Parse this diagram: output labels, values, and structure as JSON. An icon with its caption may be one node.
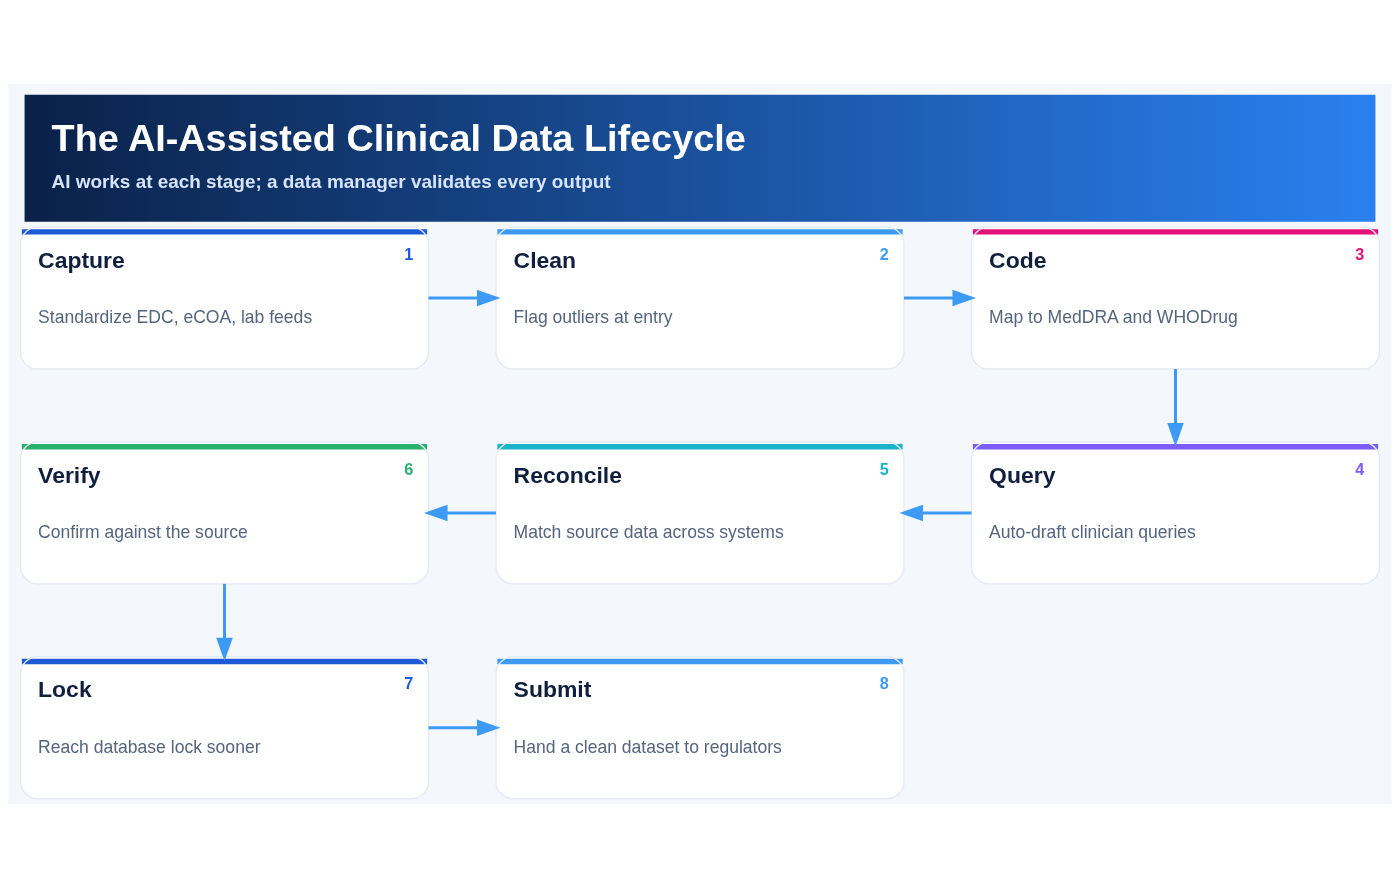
{
  "diagram": {
    "title": "The AI-Assisted Clinical Data Lifecycle",
    "caption": "AI works at each stage; a data manager validates every output",
    "nodes": [
      {
        "text": [
          "Capture",
          "Standardize EDC, eCOA, lab feeds",
          "1"
        ]
      },
      {
        "text": [
          "Clean",
          "Flag outliers at entry",
          "2"
        ]
      },
      {
        "text": [
          "Code",
          "Map to MedDRA and WHODrug",
          "3"
        ]
      },
      {
        "text": [
          "Query",
          "Auto-draft clinician queries",
          "4"
        ]
      },
      {
        "text": [
          "Reconcile",
          "Match source data across systems",
          "5"
        ]
      },
      {
        "text": [
          "Verify",
          "Confirm against the source",
          "6"
        ]
      },
      {
        "text": [
          "Lock",
          "Reach database lock sooner",
          "7"
        ]
      },
      {
        "text": [
          "Submit",
          "Hand a clean dataset to regulators",
          "8"
        ]
      }
    ],
    "edges": [
      {
        "from": 0,
        "to": 1,
        "arrow": "to"
      },
      {
        "from": 1,
        "to": 2,
        "arrow": "to"
      },
      {
        "from": 2,
        "to": 3,
        "arrow": "to"
      },
      {
        "from": 3,
        "to": 4,
        "arrow": "to"
      },
      {
        "from": 4,
        "to": 5,
        "arrow": "to"
      },
      {
        "from": 5,
        "to": 6,
        "arrow": "to"
      },
      {
        "from": 6,
        "to": 7,
        "arrow": "to"
      }
    ]
  }
}
